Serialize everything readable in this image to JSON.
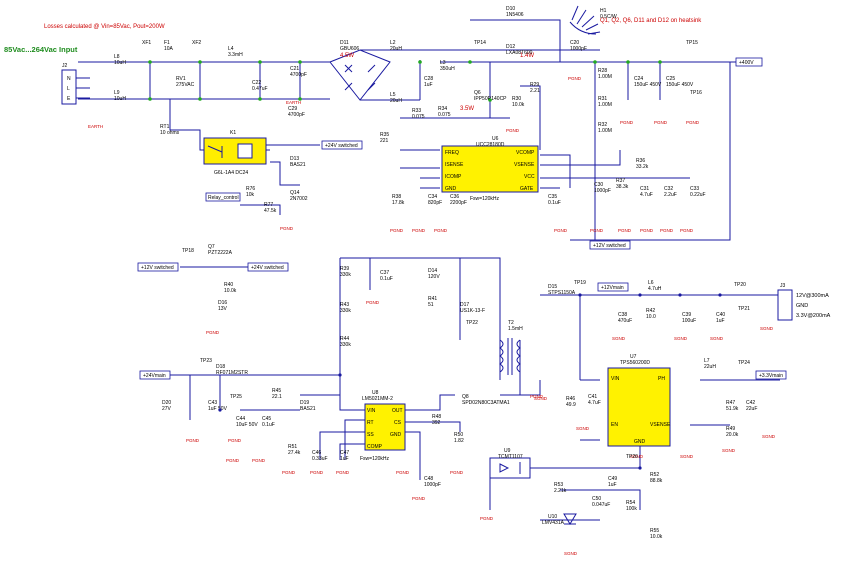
{
  "header": {
    "losses_note": "Losses calculated @ Vin=85Vac, Pout=200W",
    "input_range": "85Vac...264Vac Input",
    "heatsink_note": "Q1, Q2, Q6, D11 and D12 on heatsink"
  },
  "heatsink": {
    "ref": "H1",
    "value": "0.5C/W"
  },
  "nets": {
    "v400": "+400V",
    "v24": "+24Vmain",
    "v24s": "+24V switched",
    "v12s": "+12V switched",
    "v12s_left": "+12V switched",
    "v24s_right": "+24V switched",
    "v12main": "+12Vmain",
    "v33": "+3.3Vmain",
    "relay_ctrl": "Relay_control"
  },
  "gnd": {
    "pgnd": "PGND",
    "sgnd": "SGND",
    "earth": "EARTH"
  },
  "losses": {
    "d11": "4.5W",
    "q6": "3.5W",
    "d12": "1.4W"
  },
  "connectors": {
    "j2": {
      "ref": "J2",
      "pins": [
        "N",
        "L",
        "E"
      ]
    },
    "j3": {
      "ref": "J3",
      "out1": "12V@300mA",
      "gnd": "GND",
      "out2": "3.3V@200mA"
    }
  },
  "ics": {
    "u6": {
      "ref": "U6",
      "part": "UCC28180D",
      "pins_left": [
        "FREQ",
        "ISENSE",
        "ICOMP",
        "GND"
      ],
      "pins_right": [
        "VCOMP",
        "VSENSE",
        "VCC",
        "GATE"
      ],
      "fsw": "Fsw=120kHz"
    },
    "u8": {
      "ref": "U8",
      "part": "LM5021MM-2",
      "pins_left": [
        "VIN",
        "RT",
        "SS",
        "COMP"
      ],
      "pins_right": [
        "OUT",
        "CS",
        "GND"
      ],
      "fsw": "Fsw=120kHz"
    },
    "u7": {
      "ref": "U7",
      "part": "TPS560200D",
      "pins_left": [
        "VIN",
        "EN"
      ],
      "pins_right": [
        "PH",
        "VSENSE"
      ],
      "bottom": "GND"
    },
    "u9": {
      "ref": "U9",
      "part": "TCMT1107"
    },
    "u10": {
      "ref": "U10",
      "part": "LMV431A"
    },
    "k1": {
      "ref": "K1",
      "part": "G6L-1A4 DC24"
    }
  },
  "parts": [
    {
      "ref": "L8",
      "value": "10uH"
    },
    {
      "ref": "L9",
      "value": "10uH"
    },
    {
      "ref": "XF1",
      "value": ""
    },
    {
      "ref": "F1",
      "value": "10A"
    },
    {
      "ref": "XF2",
      "value": ""
    },
    {
      "ref": "RV1",
      "value": "275VAC"
    },
    {
      "ref": "L4",
      "value": "3.3mH"
    },
    {
      "ref": "C22",
      "value": "0.47uF"
    },
    {
      "ref": "C21",
      "value": "4700pF"
    },
    {
      "ref": "C29",
      "value": "4700pF"
    },
    {
      "ref": "RT1",
      "value": "10 ohms"
    },
    {
      "ref": "D11",
      "value": "GBU606"
    },
    {
      "ref": "L2",
      "value": "20uH"
    },
    {
      "ref": "L5",
      "value": "20uH"
    },
    {
      "ref": "L3",
      "value": "350uH"
    },
    {
      "ref": "C28",
      "value": "1uF"
    },
    {
      "ref": "D10",
      "value": "1N5406"
    },
    {
      "ref": "D12",
      "value": "LXA08T600"
    },
    {
      "ref": "TP14",
      "value": ""
    },
    {
      "ref": "C20",
      "value": "1000pF"
    },
    {
      "ref": "TP15",
      "value": ""
    },
    {
      "ref": "Q6",
      "value": "IPP50R140CP"
    },
    {
      "ref": "R29",
      "value": "2.21"
    },
    {
      "ref": "R30",
      "value": "10.0k"
    },
    {
      "ref": "R34",
      "value": "0.075"
    },
    {
      "ref": "R33",
      "value": "0.075"
    },
    {
      "ref": "R35",
      "value": "221"
    },
    {
      "ref": "R28",
      "value": "1.00M"
    },
    {
      "ref": "R31",
      "value": "1.00M"
    },
    {
      "ref": "R32",
      "value": "1.00M"
    },
    {
      "ref": "C24",
      "value": "150uF 450V"
    },
    {
      "ref": "C25",
      "value": "150uF 450V"
    },
    {
      "ref": "TP16",
      "value": ""
    },
    {
      "ref": "D13",
      "value": "BAS21"
    },
    {
      "ref": "R76",
      "value": "10k"
    },
    {
      "ref": "R77",
      "value": "47.5k"
    },
    {
      "ref": "Q14",
      "value": "2N7002"
    },
    {
      "ref": "R38",
      "value": "17.8k"
    },
    {
      "ref": "C34",
      "value": "820pF"
    },
    {
      "ref": "C36",
      "value": "2200pF"
    },
    {
      "ref": "C35",
      "value": "0.1uF"
    },
    {
      "ref": "R36",
      "value": "33.2k"
    },
    {
      "ref": "R37",
      "value": "38.3k"
    },
    {
      "ref": "C30",
      "value": "1000pF"
    },
    {
      "ref": "C31",
      "value": "4.7uF"
    },
    {
      "ref": "C32",
      "value": "2.2uF"
    },
    {
      "ref": "C33",
      "value": "0.22uF"
    },
    {
      "ref": "TP18",
      "value": ""
    },
    {
      "ref": "Q7",
      "value": "PZT2222A"
    },
    {
      "ref": "R40",
      "value": "10.0k"
    },
    {
      "ref": "D16",
      "value": "13V"
    },
    {
      "ref": "R39",
      "value": "330k"
    },
    {
      "ref": "R43",
      "value": "330k"
    },
    {
      "ref": "R44",
      "value": "330k"
    },
    {
      "ref": "C37",
      "value": "0.1uF"
    },
    {
      "ref": "D14",
      "value": "120V"
    },
    {
      "ref": "R41",
      "value": "51"
    },
    {
      "ref": "D17",
      "value": "US1K-13-F"
    },
    {
      "ref": "TP22",
      "value": ""
    },
    {
      "ref": "T2",
      "value": "1.5mH"
    },
    {
      "ref": "D15",
      "value": "STPS1150A"
    },
    {
      "ref": "TP19",
      "value": ""
    },
    {
      "ref": "C38",
      "value": "470uF"
    },
    {
      "ref": "L6",
      "value": "4.7uH"
    },
    {
      "ref": "R42",
      "value": "10.0"
    },
    {
      "ref": "C39",
      "value": "100uF"
    },
    {
      "ref": "C40",
      "value": "1uF"
    },
    {
      "ref": "TP20",
      "value": ""
    },
    {
      "ref": "TP21",
      "value": ""
    },
    {
      "ref": "TP23",
      "value": ""
    },
    {
      "ref": "D18",
      "value": "RF071M2STR"
    },
    {
      "ref": "D20",
      "value": "27V"
    },
    {
      "ref": "C43",
      "value": "1uF 50V"
    },
    {
      "ref": "TP25",
      "value": ""
    },
    {
      "ref": "C44",
      "value": "10uF 50V"
    },
    {
      "ref": "C45",
      "value": "0.1uF"
    },
    {
      "ref": "R45",
      "value": "22.1"
    },
    {
      "ref": "D19",
      "value": "BAS21"
    },
    {
      "ref": "R51",
      "value": "27.4k"
    },
    {
      "ref": "C46",
      "value": "0.33uF"
    },
    {
      "ref": "C47",
      "value": "1uF"
    },
    {
      "ref": "Q8",
      "value": "SPD02N80C3ATMA1"
    },
    {
      "ref": "R48",
      "value": "392"
    },
    {
      "ref": "R50",
      "value": "1.82"
    },
    {
      "ref": "C48",
      "value": "1000pF"
    },
    {
      "ref": "R46",
      "value": "49.9"
    },
    {
      "ref": "C41",
      "value": "4.7uF"
    },
    {
      "ref": "L7",
      "value": "22uH"
    },
    {
      "ref": "TP24",
      "value": ""
    },
    {
      "ref": "R47",
      "value": "51.9k"
    },
    {
      "ref": "C42",
      "value": "22uF"
    },
    {
      "ref": "R49",
      "value": "20.0k"
    },
    {
      "ref": "TP26",
      "value": ""
    },
    {
      "ref": "R52",
      "value": "88.8k"
    },
    {
      "ref": "R53",
      "value": "2.21k"
    },
    {
      "ref": "C49",
      "value": "1uF"
    },
    {
      "ref": "C50",
      "value": "0.047uF"
    },
    {
      "ref": "R54",
      "value": "100k"
    },
    {
      "ref": "R55",
      "value": "10.0k"
    }
  ]
}
